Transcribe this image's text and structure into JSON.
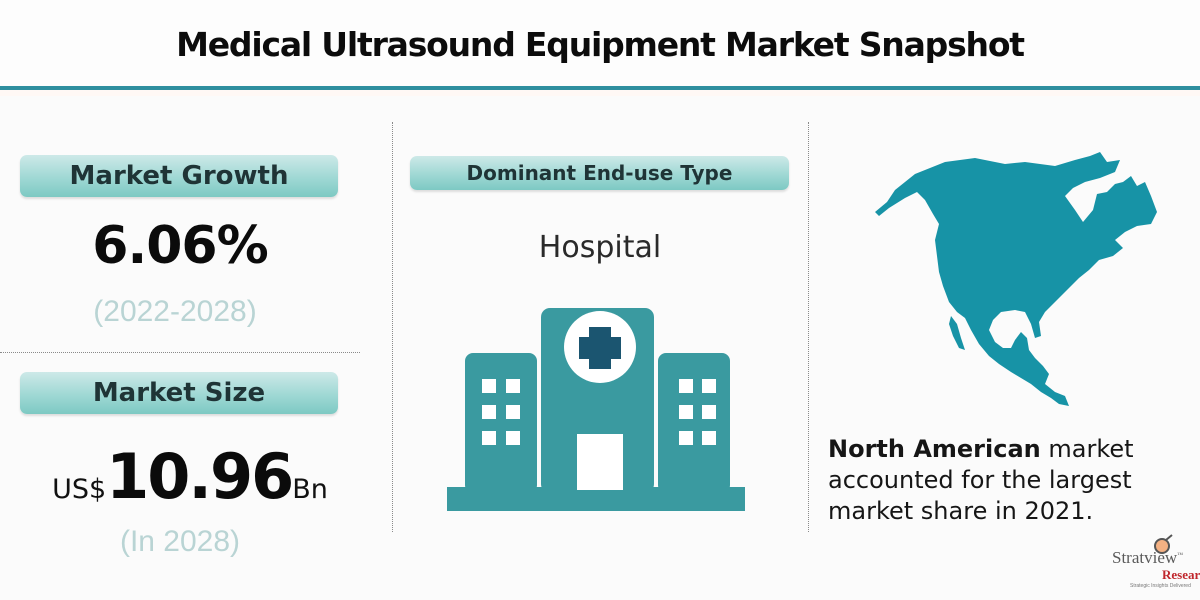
{
  "header": {
    "title": "Medical Ultrasound Equipment Market Snapshot",
    "rule_color": "#2f8f9f"
  },
  "market_growth": {
    "label": "Market Growth",
    "value": "6.06%",
    "period": "(2022-2028)"
  },
  "market_size": {
    "label": "Market Size",
    "prefix": "US$",
    "value": "10.96",
    "suffix": "Bn",
    "period": "(In 2028)"
  },
  "end_use": {
    "label": "Dominant End-use Type",
    "value": "Hospital",
    "icon": "hospital-icon"
  },
  "region": {
    "icon": "north-america-map-icon",
    "highlight": "North American",
    "text_rest": " market accounted for the largest market share in 2021."
  },
  "logo": {
    "name": "Stratview",
    "tm": "™",
    "sub": "Research",
    "tagline": "Strategic Insights Delivered"
  },
  "colors": {
    "teal": "#3a9aa0",
    "map_teal": "#1793a6",
    "cross_navy": "#1b5570",
    "pill_bg": "#9fd8d4",
    "muted_text": "#b9d4d4"
  }
}
